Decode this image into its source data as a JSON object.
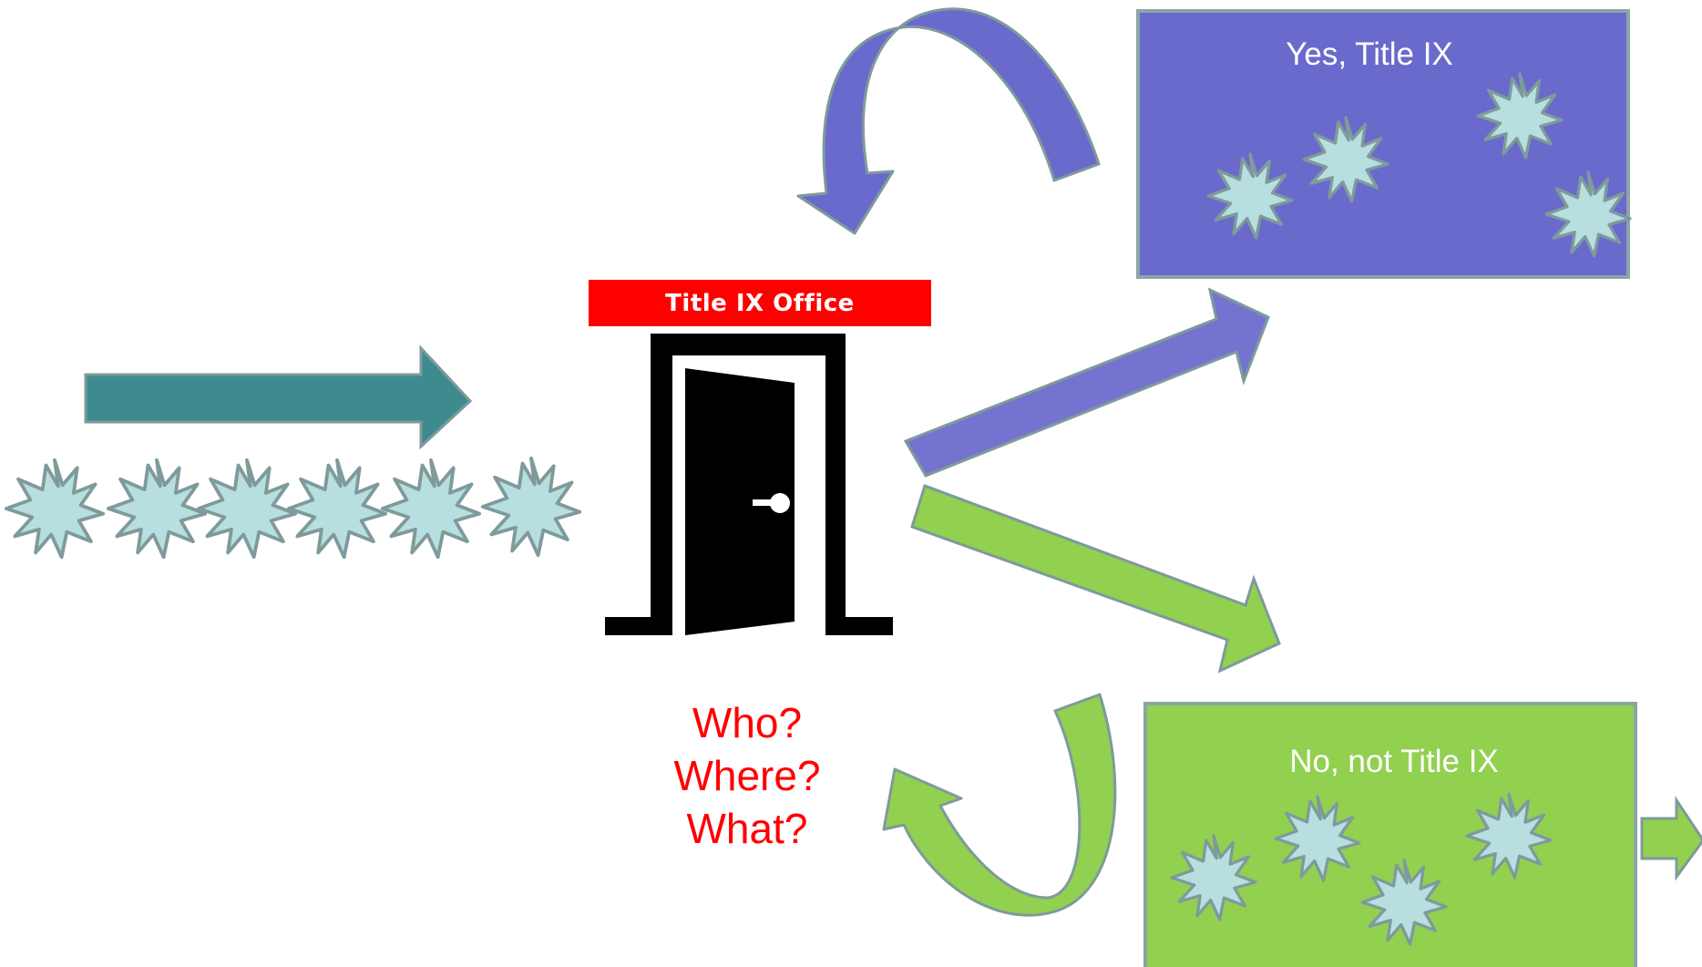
{
  "office_sign": "Title IX Office",
  "yes_box": {
    "title": "Yes, Title IX",
    "color": "#6a6acd"
  },
  "no_box": {
    "title": "No, not Title IX",
    "color": "#92d050"
  },
  "questions": [
    "Who?",
    "Where?",
    "What?"
  ],
  "colors": {
    "incoming_arrow": "#3d8b8f",
    "yes_arrow": "#7474d0",
    "no_arrow": "#92d050",
    "starburst": "#b7dfe0",
    "outline": "#7f9a9b",
    "sign": "#ff0000"
  },
  "icons": [
    "door-icon",
    "starburst-icon"
  ]
}
